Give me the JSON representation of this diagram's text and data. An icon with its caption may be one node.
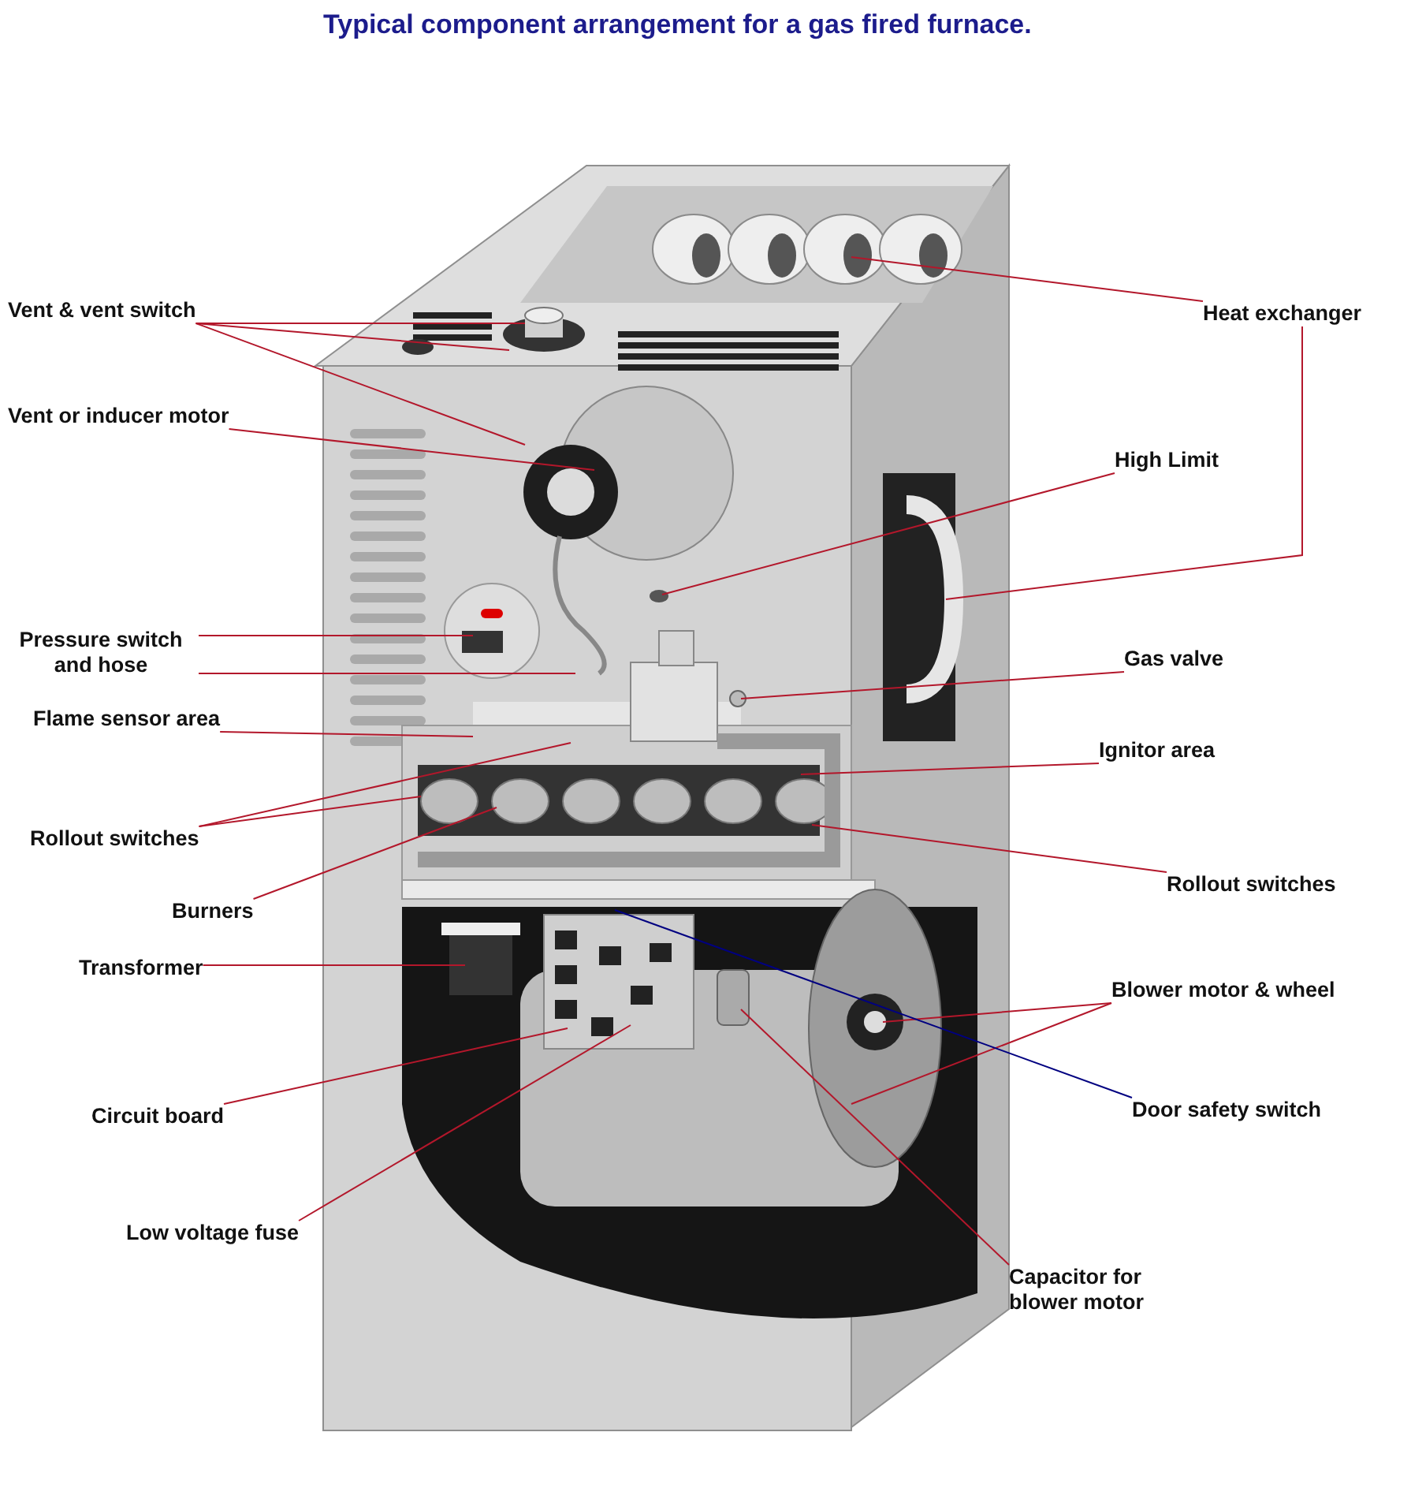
{
  "diagram": {
    "title": "Typical component arrangement for a gas fired furnace.",
    "nodes": [
      {
        "text": [
          "Vent & vent switch"
        ]
      },
      {
        "text": [
          "Vent or inducer motor"
        ]
      },
      {
        "text": [
          "Heat exchanger"
        ]
      },
      {
        "text": [
          "High Limit"
        ]
      },
      {
        "text": [
          "Pressure switch and hose"
        ]
      },
      {
        "text": [
          "Flame sensor area"
        ]
      },
      {
        "text": [
          "Gas valve"
        ]
      },
      {
        "text": [
          "Ignitor area"
        ]
      },
      {
        "text": [
          "Rollout switches"
        ]
      },
      {
        "text": [
          "Rollout switches"
        ]
      },
      {
        "text": [
          "Burners"
        ]
      },
      {
        "text": [
          "Transformer"
        ]
      },
      {
        "text": [
          "Blower motor & wheel"
        ]
      },
      {
        "text": [
          "Circuit board"
        ]
      },
      {
        "text": [
          "Door safety switch"
        ]
      },
      {
        "text": [
          "Low voltage fuse"
        ]
      },
      {
        "text": [
          "Capacitor for blower motor"
        ]
      }
    ],
    "edges": [
      {
        "from": 0,
        "to": null,
        "arrow": "none"
      },
      {
        "from": 0,
        "to": null,
        "arrow": "none"
      },
      {
        "from": 0,
        "to": null,
        "arrow": "none"
      },
      {
        "from": 1,
        "to": null,
        "arrow": "none"
      },
      {
        "from": 2,
        "to": null,
        "arrow": "none"
      },
      {
        "from": 2,
        "to": null,
        "arrow": "none"
      },
      {
        "from": 3,
        "to": null,
        "arrow": "none"
      },
      {
        "from": 4,
        "to": null,
        "arrow": "none"
      },
      {
        "from": 4,
        "to": null,
        "arrow": "none"
      },
      {
        "from": 5,
        "to": null,
        "arrow": "none"
      },
      {
        "from": 6,
        "to": null,
        "arrow": "none"
      },
      {
        "from": 7,
        "to": null,
        "arrow": "none"
      },
      {
        "from": 8,
        "to": null,
        "arrow": "none"
      },
      {
        "from": 8,
        "to": null,
        "arrow": "none"
      },
      {
        "from": 9,
        "to": null,
        "arrow": "none"
      },
      {
        "from": 10,
        "to": null,
        "arrow": "none"
      },
      {
        "from": 11,
        "to": null,
        "arrow": "none"
      },
      {
        "from": 12,
        "to": null,
        "arrow": "none"
      },
      {
        "from": 12,
        "to": null,
        "arrow": "none"
      },
      {
        "from": 13,
        "to": null,
        "arrow": "none"
      },
      {
        "from": 14,
        "to": null,
        "arrow": "none",
        "color": "#000080"
      },
      {
        "from": 15,
        "to": null,
        "arrow": "none"
      },
      {
        "from": 16,
        "to": null,
        "arrow": "none"
      }
    ]
  }
}
